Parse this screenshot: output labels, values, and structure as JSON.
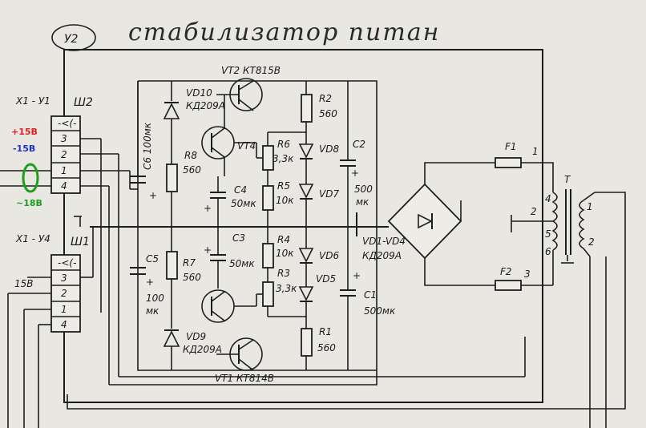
{
  "title": "стабилизатор питан",
  "module_label": "У2",
  "connector_top": {
    "label": "Х1 - У1",
    "shield": "Ш2",
    "pins": [
      "3",
      "2",
      "1",
      "4"
    ]
  },
  "connector_bottom": {
    "label": "Х1 - У4",
    "shield": "Ш1",
    "pins": [
      "3",
      "2",
      "1",
      "4"
    ]
  },
  "annotations": {
    "plus15": "+15В",
    "minus15": "-15В",
    "ac18": "~18В",
    "v15": "15В"
  },
  "colors": {
    "plus15": "#e02020",
    "minus15": "#2233cc",
    "ac18": "#1aa01a"
  },
  "components": {
    "vt2": "VT2  КТ815В",
    "vd10": "VD10",
    "vd10_type": "КД209А",
    "vt1": "VT1  КТ814В",
    "vd9": "VD9",
    "vd9_type": "КД209А",
    "vt4": "VТ4",
    "r8": "R8",
    "r8_val": "560",
    "r7": "R7",
    "r7_val": "560",
    "c6": "С6  100мк",
    "c5": "С5",
    "c5_val1": "100",
    "c5_val2": "мк",
    "c4": "С4",
    "c4_val": "50мк",
    "c3": "С3",
    "c3_val": "50мк",
    "r2": "R2",
    "r2_val": "560",
    "r6": "R6",
    "r6_val": "3,3к",
    "r5": "R5",
    "r5_val": "10к",
    "r4": "R4",
    "r4_val": "10к",
    "r3": "R3",
    "r3_val": "3,3к",
    "r1": "R1",
    "r1_val": "560",
    "vd8": "VD8",
    "vd7": "VD7",
    "vd6": "VD6",
    "vd5": "VD5",
    "c2": "С2",
    "c2_val1": "500",
    "c2_val2": "мк",
    "c1": "С1",
    "c1_val": "500мк",
    "bridge": "VD1-VD4",
    "bridge_type": "КД209А",
    "f1": "F1",
    "f2": "F2",
    "t": "Т",
    "node1": "1",
    "node2": "2",
    "node3": "3",
    "tw4": "4",
    "tw5": "5",
    "tw6": "6",
    "tw1": "1",
    "tw2": "2"
  }
}
